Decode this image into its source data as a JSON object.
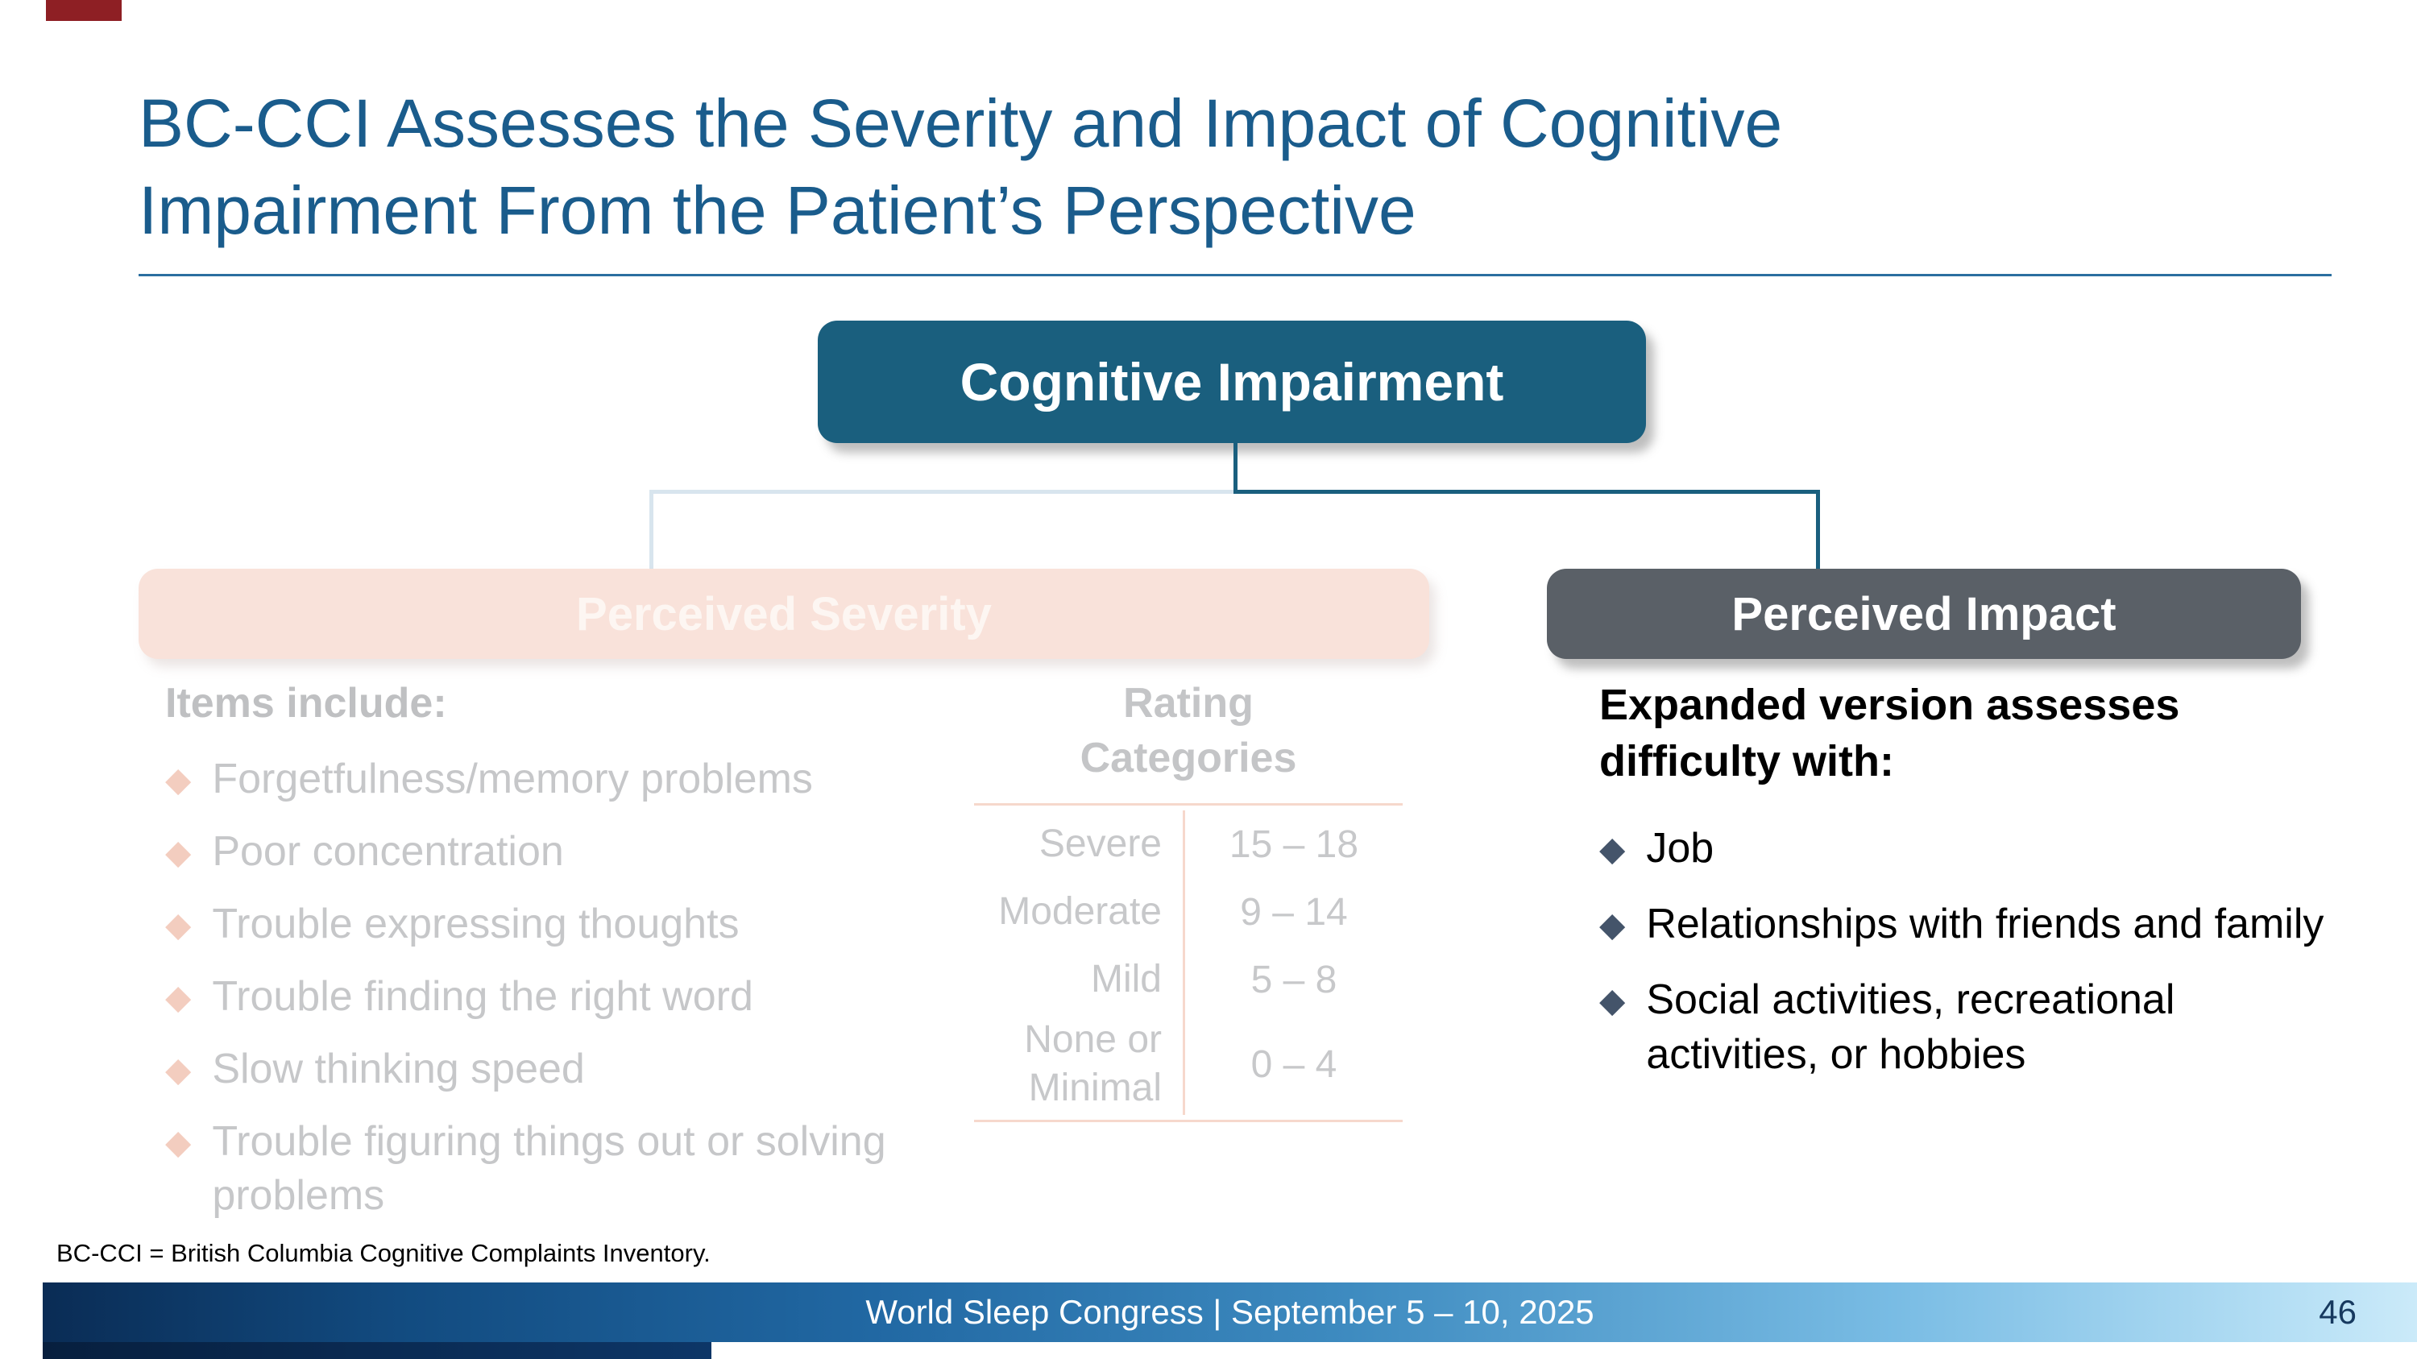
{
  "slide": {
    "title_line1": "BC-CCI Assesses the Severity and Impact of Cognitive",
    "title_line2": "Impairment From the Patient’s Perspective"
  },
  "diagram": {
    "root_label": "Cognitive Impairment",
    "severity_label": "Perceived Severity",
    "impact_label": "Perceived Impact"
  },
  "severity": {
    "items_heading": "Items include:",
    "items": [
      "Forgetfulness/memory problems",
      "Poor concentration",
      "Trouble expressing thoughts",
      "Trouble finding the right word",
      "Slow thinking speed",
      "Trouble figuring things out or solving problems"
    ],
    "rating": {
      "heading_line1": "Rating",
      "heading_line2": "Categories",
      "rows": [
        {
          "category": "Severe",
          "range": "15 – 18"
        },
        {
          "category": "Moderate",
          "range": "9 – 14"
        },
        {
          "category": "Mild",
          "range": "5 – 8"
        },
        {
          "category": "None or Minimal",
          "range": "0 – 4"
        }
      ]
    }
  },
  "impact": {
    "heading": "Expanded version assesses difficulty with:",
    "items": [
      "Job",
      "Relationships with friends and family",
      "Social activities, recreational activities, or hobbies"
    ]
  },
  "footnote": "BC-CCI = British Columbia Cognitive Complaints Inventory.",
  "footer": {
    "text": "World Sleep Congress | September 5 – 10, 2025",
    "page_number": "46"
  },
  "colors": {
    "title_blue": "#1A5C8C",
    "root_box": "#1A5F7E",
    "impact_box": "#5A6067",
    "severity_box_bg": "#F9E2DA",
    "accent_red": "#8E1F24",
    "severity_diamond": "#F3CDBF",
    "impact_diamond": "#44546A",
    "footer_gradient_start": "#0A2C55",
    "footer_gradient_end": "#CBEAF9"
  }
}
